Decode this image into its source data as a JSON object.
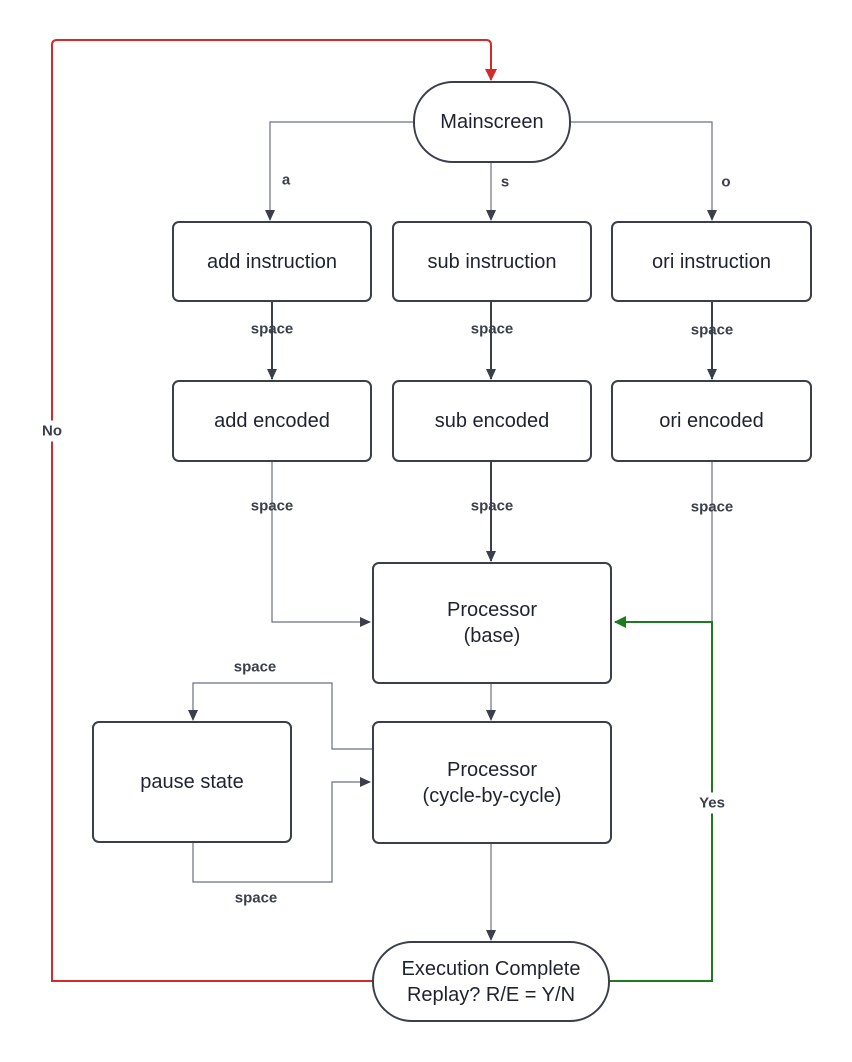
{
  "colors": {
    "stroke": "#3a3f4a",
    "thin_line": "#6b7080",
    "no_path": "#d42a2a",
    "yes_path": "#1e7a1e",
    "text": "#1f2330"
  },
  "nodes": {
    "mainscreen": "Mainscreen",
    "add_instruction": "add instruction",
    "sub_instruction": "sub instruction",
    "ori_instruction": "ori instruction",
    "add_encoded": "add encoded",
    "sub_encoded": "sub encoded",
    "ori_encoded": "ori encoded",
    "processor_base": "Processor\n(base)",
    "processor_cycle": "Processor\n(cycle-by-cycle)",
    "pause_state": "pause state",
    "execution_complete": "Execution Complete\nReplay? R/E = Y/N"
  },
  "edge_labels": {
    "a": "a",
    "s": "s",
    "o": "o",
    "space_add_1": "space",
    "space_sub_1": "space",
    "space_ori_1": "space",
    "space_add_2": "space",
    "space_sub_2": "space",
    "space_ori_2": "space",
    "space_pause_top": "space",
    "space_pause_bottom": "space",
    "no": "No",
    "yes": "Yes"
  }
}
